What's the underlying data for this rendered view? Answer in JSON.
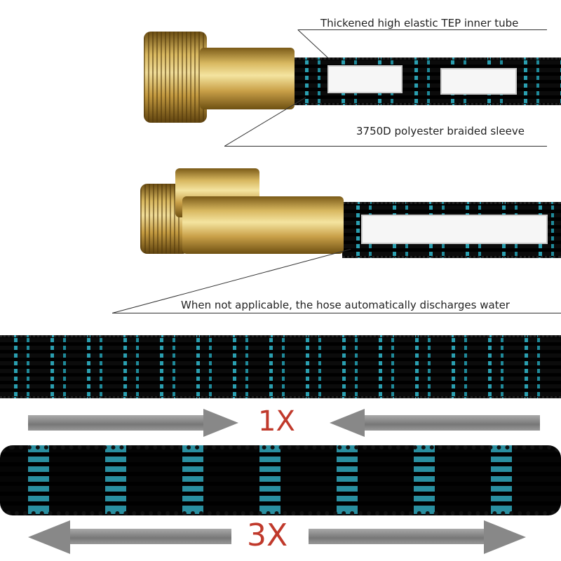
{
  "callouts": {
    "inner_tube": "Thickened high elastic TEP inner tube",
    "sleeve": "3750D polyester braided sleeve",
    "valve": "When not applicable, the hose automatically discharges water"
  },
  "comparison": {
    "contracted": "1X",
    "expanded": "3X"
  },
  "colors": {
    "braid_teal": "#2a9fb0",
    "multiplier_red": "#c0392b",
    "brass": "#d8b860"
  }
}
